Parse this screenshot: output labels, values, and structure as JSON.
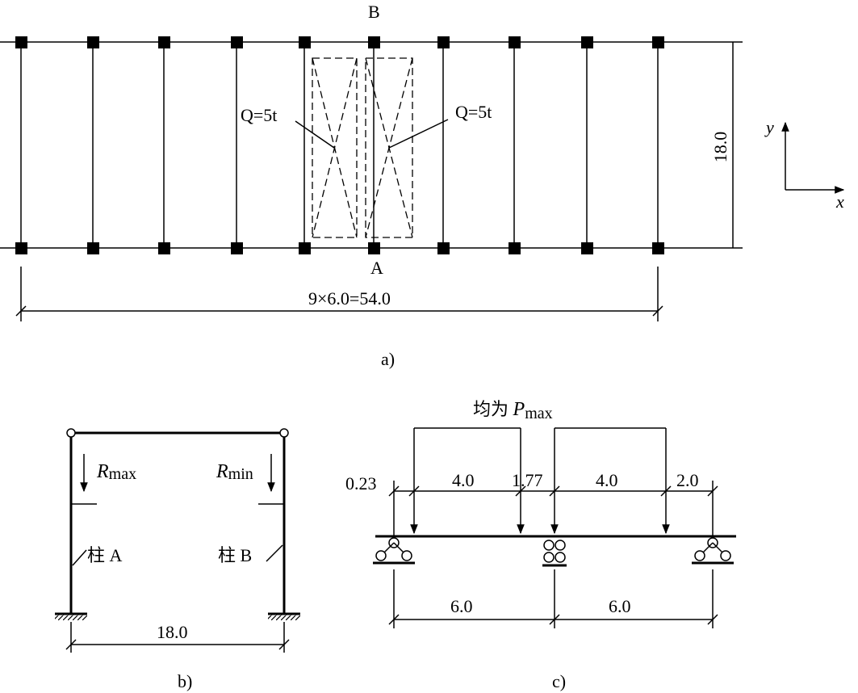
{
  "panel_a": {
    "label_top": "B",
    "label_bottom": "A",
    "q_left": "Q=5t",
    "q_right": "Q=5t",
    "height_dim": "18.0",
    "length_dim": "9×6.0=54.0",
    "axis_y": "y",
    "axis_x": "x",
    "caption": "a)"
  },
  "panel_b": {
    "r_max_main": "R",
    "r_max_sub": "max",
    "r_min_main": "R",
    "r_min_sub": "min",
    "column_a": "柱 A",
    "column_b": "柱 B",
    "span": "18.0",
    "caption": "b)"
  },
  "panel_c": {
    "load_label_prefix": "均为 ",
    "load_label_main": "P",
    "load_label_sub": "max",
    "dim_1": "0.23",
    "dim_2": "4.0",
    "dim_3": "1.77",
    "dim_4": "4.0",
    "dim_5": "2.0",
    "span_left": "6.0",
    "span_right": "6.0",
    "caption": "c)"
  }
}
